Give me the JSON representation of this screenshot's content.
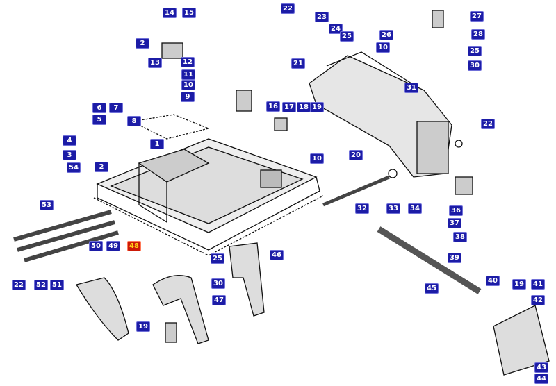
{
  "diagram": {
    "labels": [
      "14",
      "15",
      "2",
      "13",
      "12",
      "11",
      "10",
      "9",
      "16",
      "6",
      "7",
      "5",
      "8",
      "4",
      "1",
      "3",
      "2",
      "54",
      "17",
      "18",
      "19",
      "10",
      "20",
      "22",
      "23",
      "24",
      "25",
      "26",
      "10",
      "21",
      "31",
      "27",
      "28",
      "25",
      "30",
      "22",
      "32",
      "33",
      "34",
      "36",
      "37",
      "38",
      "53",
      "50",
      "49",
      "48",
      "22",
      "52",
      "51",
      "25",
      "46",
      "30",
      "47",
      "19",
      "39",
      "45",
      "40",
      "19",
      "41",
      "42",
      "43",
      "44"
    ],
    "highlighted_label": "48",
    "colors": {
      "label_bg": "#1c1ca6",
      "label_text": "#ffffff",
      "highlight_bg": "#cc1a08",
      "highlight_text": "#ffd21a"
    }
  }
}
